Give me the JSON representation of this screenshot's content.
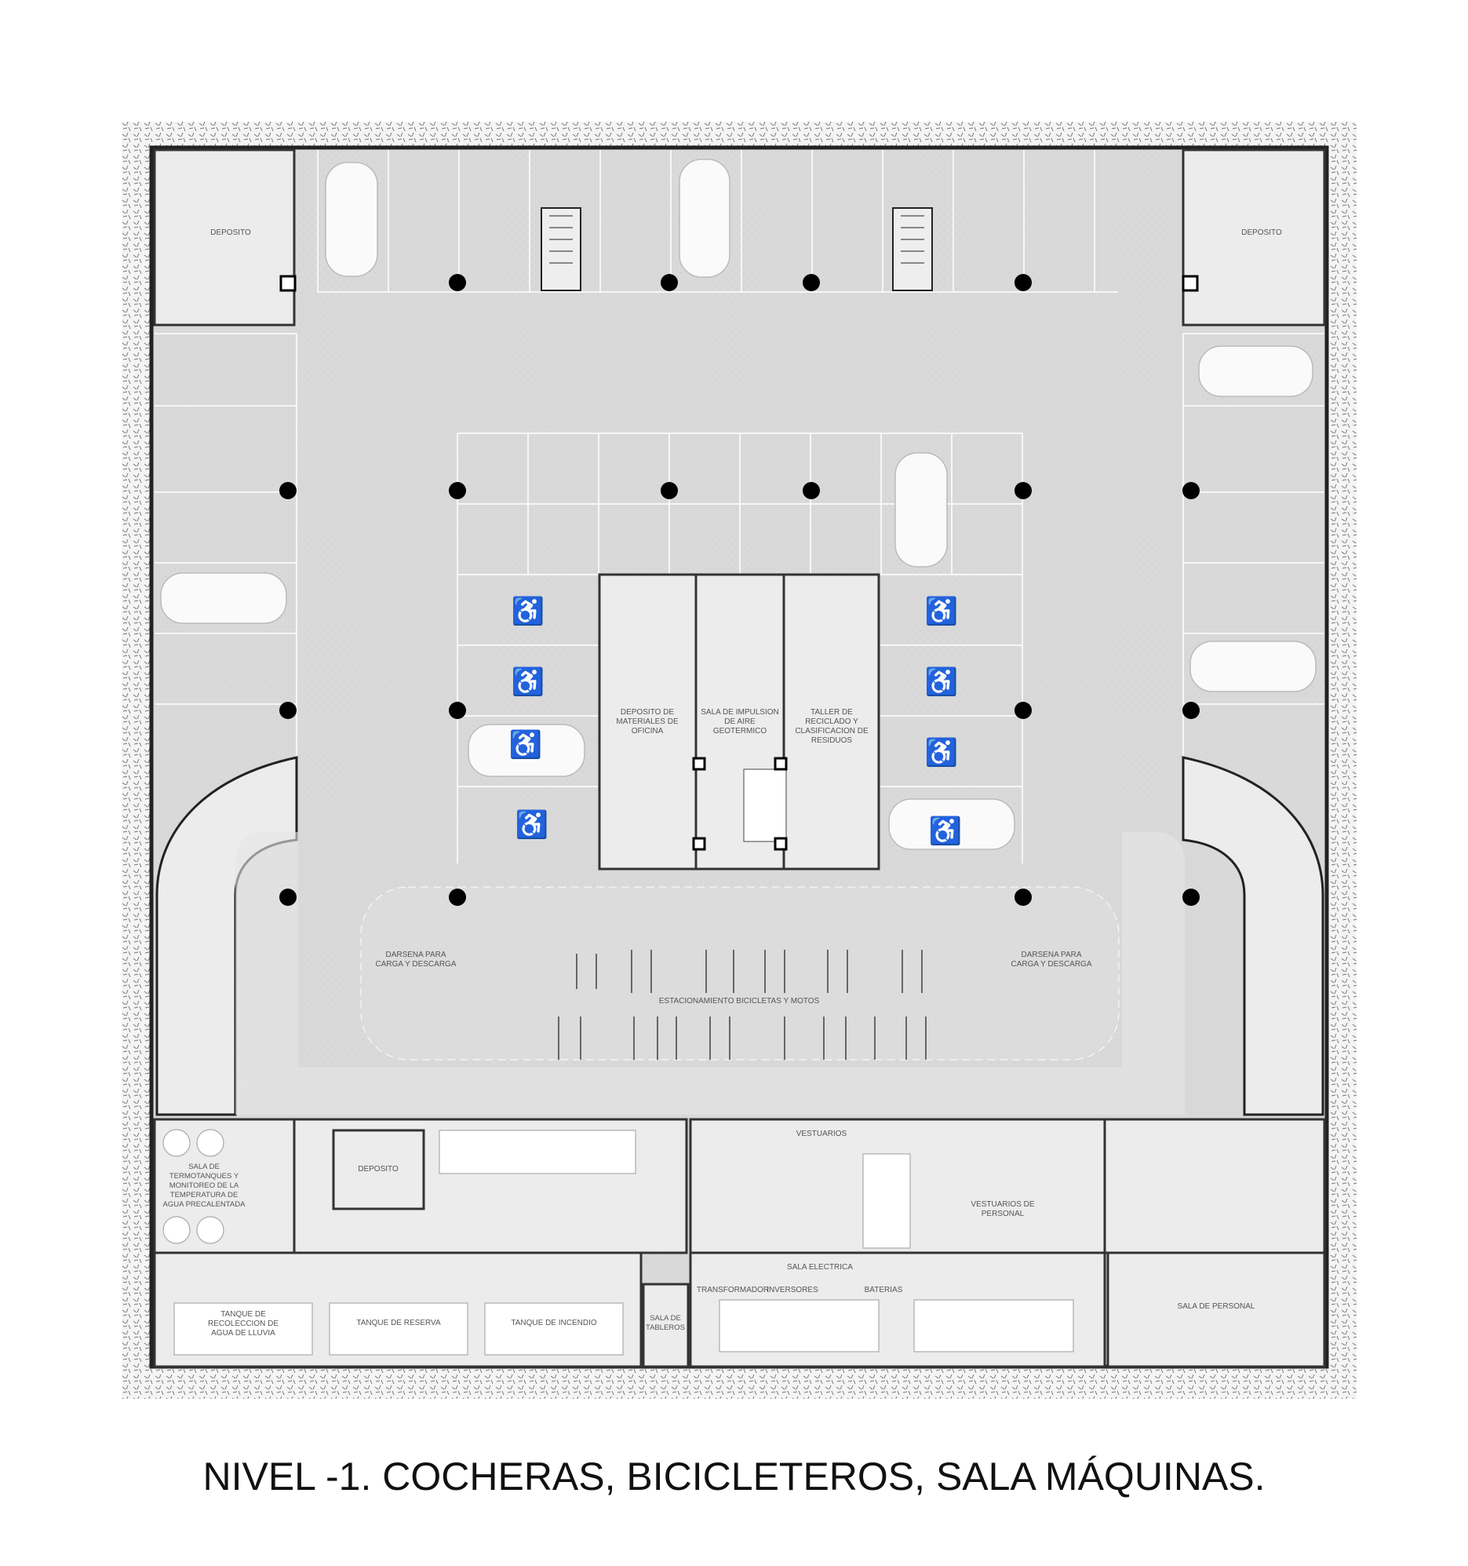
{
  "title": "NIVEL -1. COCHERAS, BICICLETEROS, SALA MÁQUINAS.",
  "colors": {
    "hatch_border": "#cfcfcf",
    "floor": "#d8d8d8",
    "rooms": "#ececec",
    "walls": "#222222",
    "columns": "#000000"
  },
  "rooms": {
    "deposito_left": "DEPOSITO",
    "deposito_right": "DEPOSITO",
    "deposito_materiales": [
      "DEPOSITO DE",
      "MATERIALES DE",
      "OFICINA"
    ],
    "sala_impulsion": [
      "SALA DE IMPULSION",
      "DE AIRE",
      "GEOTERMICO"
    ],
    "taller_reciclado": [
      "TALLER DE",
      "RECICLADO Y",
      "CLASIFICACION DE",
      "RESIDUOS"
    ],
    "darsena_left": [
      "DARSENA PARA",
      "CARGA Y DESCARGA"
    ],
    "darsena_right": [
      "DARSENA PARA",
      "CARGA Y DESCARGA"
    ],
    "bicicletas": "ESTACIONAMIENTO BICICLETAS Y MOTOS",
    "termotanques": [
      "SALA DE",
      "TERMOTANQUES Y",
      "MONITOREO DE LA",
      "TEMPERATURA DE",
      "AGUA PRECALENTADA"
    ],
    "deposito_bottom": "DEPOSITO",
    "vestuarios": "VESTUARIOS",
    "vestuarios_personal": [
      "VESTUARIOS DE",
      "PERSONAL"
    ],
    "sala_electrica": "SALA ELECTRICA",
    "transformador": "TRANSFORMADOR",
    "inversores": "INVERSORES",
    "baterias": "BATERIAS",
    "tanque_lluvia": [
      "TANQUE DE",
      "RECOLECCION DE",
      "AGUA DE LLUVIA"
    ],
    "tanque_reserva": "TANQUE DE RESERVA",
    "tanque_incendio": "TANQUE DE INCENDIO",
    "sala_tableros": [
      "SALA DE",
      "TABLEROS"
    ],
    "sala_personal": "SALA DE PERSONAL"
  },
  "icons": [
    "car-icon",
    "wheelchair-icon",
    "bicycle-icon",
    "motorcycle-icon",
    "stair-icon",
    "column-icon",
    "toilet-icon"
  ]
}
